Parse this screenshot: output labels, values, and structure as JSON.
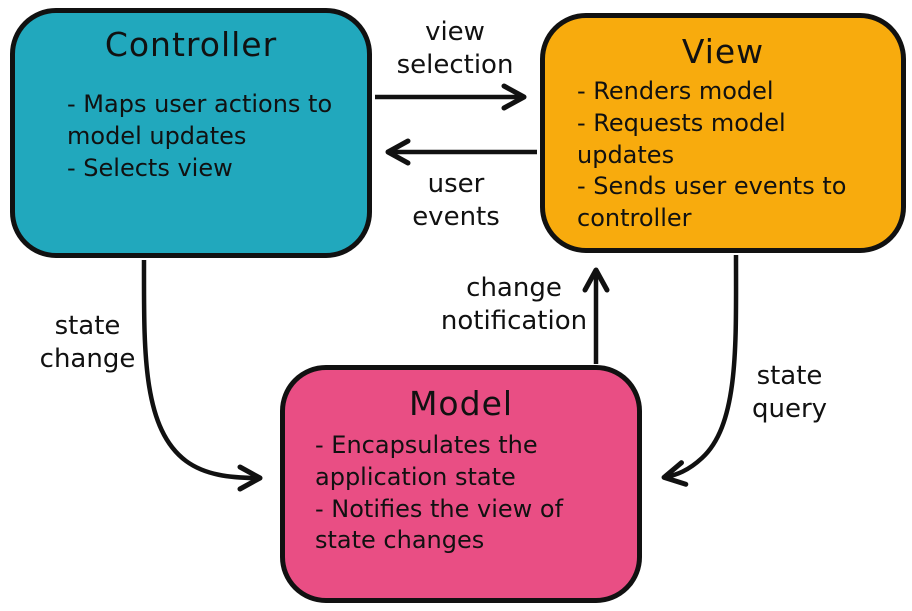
{
  "diagram": {
    "background_color": "#ffffff",
    "stroke_color": "#111111",
    "nodes": {
      "controller": {
        "title": "Controller",
        "color": "#21a8bd",
        "bullets": [
          "- Maps user actions to model updates",
          "- Selects view"
        ]
      },
      "view": {
        "title": "View",
        "color": "#f8ab0d",
        "bullets": [
          "- Renders model",
          "- Requests model updates",
          "- Sends user events to controller"
        ]
      },
      "model": {
        "title": "Model",
        "color": "#e94e84",
        "bullets": [
          "- Encapsulates the application state",
          "- Notifies the view of state changes"
        ]
      }
    },
    "edges": {
      "view_selection": {
        "label": "view selection",
        "from": "Controller",
        "to": "View"
      },
      "user_events": {
        "label": "user events",
        "from": "View",
        "to": "Controller"
      },
      "state_change": {
        "label": "state change",
        "from": "Controller",
        "to": "Model"
      },
      "change_notification": {
        "label": "change notification",
        "from": "Model",
        "to": "View"
      },
      "state_query": {
        "label": "state query",
        "from": "View",
        "to": "Model"
      }
    }
  }
}
